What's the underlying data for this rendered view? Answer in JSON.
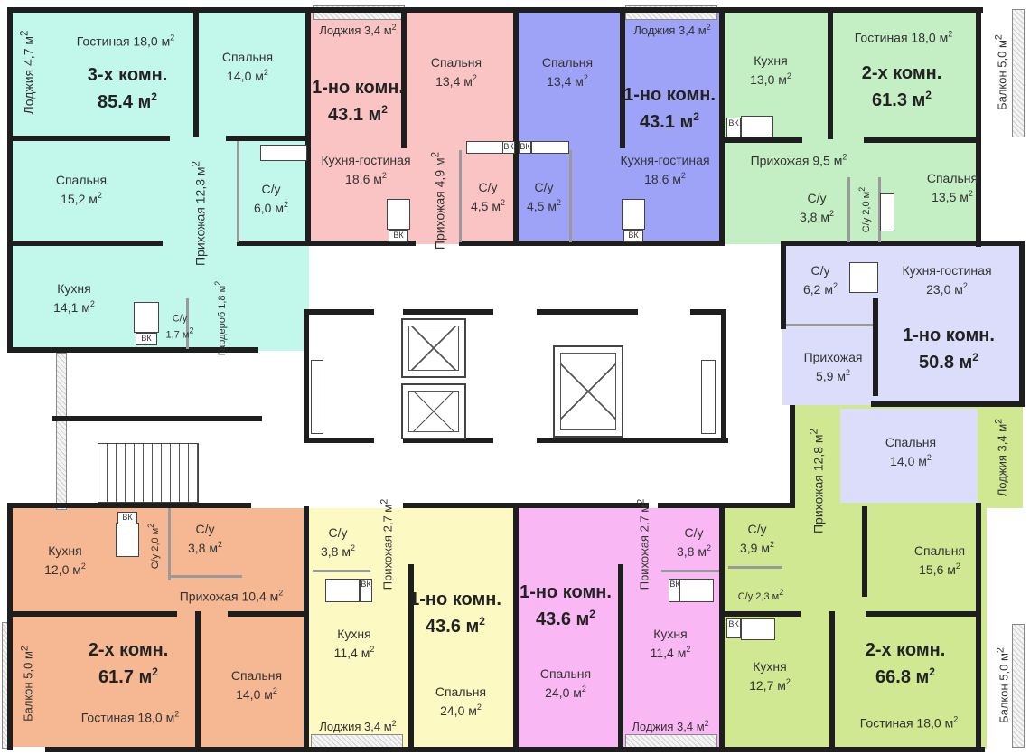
{
  "colors": {
    "cyan": "#c2f7ec",
    "pink": "#fac4c4",
    "blue": "#9ea3f8",
    "green": "#c4eec4",
    "lavender": "#dcdcfb",
    "lime": "#d0e891",
    "orange": "#f6b892",
    "yellow": "#fdf9c2",
    "magenta": "#f9b7f3",
    "wall": "#1e1e1e"
  },
  "units": {
    "apt_3k_85": {
      "title": "3-х комн.",
      "area": "85.4 м",
      "rooms": {
        "loggia": "Лоджия 4,7 м",
        "living": "Гостиная 18,0 м",
        "bedroom1": "Спальня",
        "bedroom1_area": "14,0 м",
        "bedroom2": "Спальня",
        "bedroom2_area": "15,2 м",
        "hall": "Прихожая 12,3 м",
        "bath": "С/у",
        "bath_area": "6,0 м",
        "kitchen": "Кухня",
        "kitchen_area": "14,1 м",
        "bath_small": "С/у",
        "bath_small_area": "1,7 м",
        "wardrobe": "Гардероб",
        "wardrobe_area": "1,8 м"
      }
    },
    "apt_1k_431_pink": {
      "title": "1-но комн.",
      "area": "43.1 м",
      "rooms": {
        "loggia": "Лоджия 3,4 м",
        "bedroom": "Спальня",
        "bedroom_area": "13,4 м",
        "kitchen_living": "Кухня-гостиная",
        "kitchen_living_area": "18,6 м",
        "hall": "Прихожая",
        "hall_area": "4,9 м",
        "bath": "С/у",
        "bath_area": "4,5 м"
      }
    },
    "apt_1k_431_blue": {
      "title": "1-но комн.",
      "area": "43.1 м",
      "rooms": {
        "loggia": "Лоджия 3,4 м",
        "bedroom": "Спальня",
        "bedroom_area": "13,4 м",
        "kitchen_living": "Кухня-гостиная",
        "kitchen_living_area": "18,6 м",
        "bath": "С/у",
        "bath_area": "4,5 м"
      }
    },
    "apt_2k_613": {
      "title": "2-х комн.",
      "area": "61.3 м",
      "rooms": {
        "living": "Гостиная 18,0 м",
        "kitchen": "Кухня",
        "kitchen_area": "13,0 м",
        "balcony": "Балкон 5,0 м",
        "hall": "Прихожая 9,5 м",
        "bath": "С/у",
        "bath_area": "3,8 м",
        "bath_small": "С/у 2,0 м",
        "bedroom": "Спальня",
        "bedroom_area": "13,5 м"
      }
    },
    "apt_1k_508": {
      "title": "1-но комн.",
      "area": "50.8 м",
      "rooms": {
        "bath": "С/у",
        "bath_area": "6,2 м",
        "kitchen_living": "Кухня-гостиная",
        "kitchen_living_area": "23,0 м",
        "hall": "Прихожая",
        "hall_area": "5,9 м"
      }
    },
    "apt_2k_668": {
      "title": "2-х комн.",
      "area": "66.8 м",
      "rooms": {
        "bedroom_top": "Спальня",
        "bedroom_top_area": "14,0 м",
        "loggia": "Лоджия 3,4 м",
        "hall": "Прихожая 12,8 м",
        "bath": "С/у",
        "bath_area": "3,9 м",
        "bath_small": "С/у 2,3 м",
        "bedroom": "Спальня",
        "bedroom_area": "15,6 м",
        "kitchen": "Кухня",
        "kitchen_area": "12,7 м",
        "living": "Гостиная 18,0 м",
        "balcony": "Балкон 5,0 м"
      }
    },
    "apt_2k_617": {
      "title": "2-х комн.",
      "area": "61.7 м",
      "rooms": {
        "kitchen": "Кухня",
        "kitchen_area": "12,0 м",
        "bath_small": "С/у 2,0 м",
        "bath": "С/у",
        "bath_area": "3,8 м",
        "hall": "Прихожая 10,4 м",
        "balcony": "Балкон 5,0 м",
        "bedroom": "Спальня",
        "bedroom_area": "14,0 м",
        "living": "Гостиная 18,0 м"
      }
    },
    "apt_1k_436_yellow": {
      "title": "1-но комн.",
      "area": "43.6 м",
      "rooms": {
        "bath": "С/у",
        "bath_area": "3,8 м",
        "hall": "Прихожая",
        "hall_area": "2,7 м",
        "kitchen": "Кухня",
        "kitchen_area": "11,4 м",
        "bedroom": "Спальня",
        "bedroom_area": "24,0 м",
        "loggia": "Лоджия 3,4 м"
      }
    },
    "apt_1k_436_magenta": {
      "title": "1-но комн.",
      "area": "43.6 м",
      "rooms": {
        "hall": "Прихожая",
        "hall_area": "2,7 м",
        "bath": "С/у",
        "bath_area": "3,8 м",
        "kitchen": "Кухня",
        "kitchen_area": "11,4 м",
        "bedroom": "Спальня",
        "bedroom_area": "24,0 м",
        "loggia": "Лоджия 3,4 м"
      }
    }
  },
  "superscript": "2",
  "vk_label": "ВК"
}
